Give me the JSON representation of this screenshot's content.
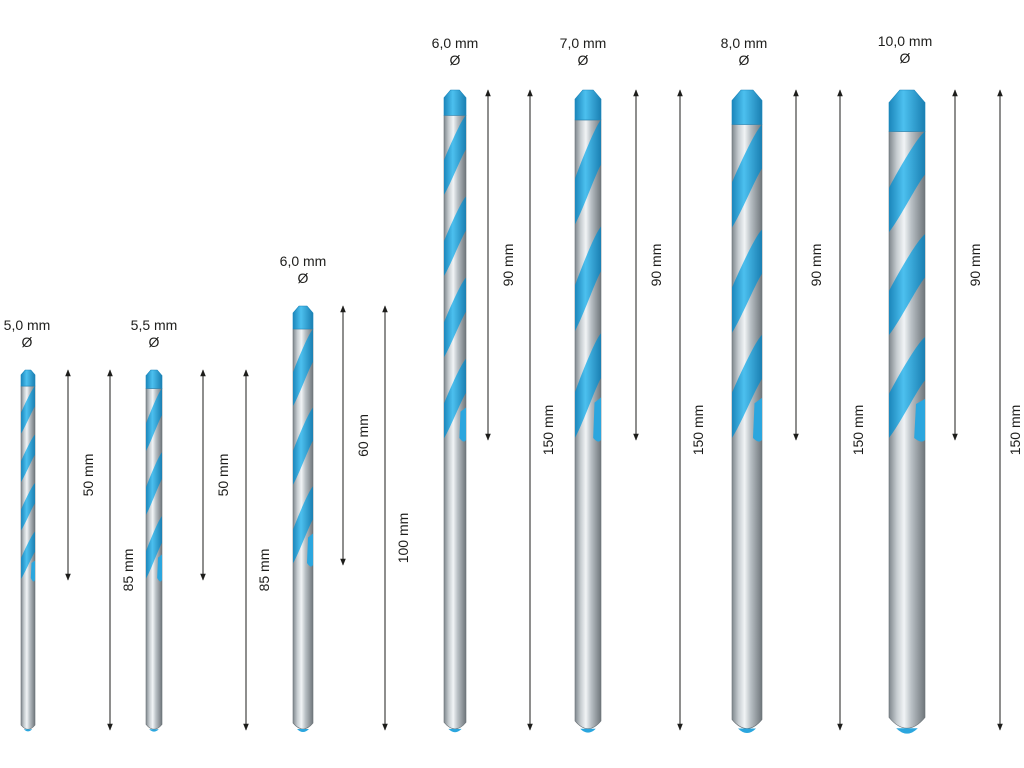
{
  "drill_bits": [
    {
      "diameter_label": "5,0 mm",
      "diameter_symbol": "Ø",
      "flute_length_label": "50 mm",
      "total_length_label": "85 mm"
    },
    {
      "diameter_label": "5,5 mm",
      "diameter_symbol": "Ø",
      "flute_length_label": "50 mm",
      "total_length_label": "85 mm"
    },
    {
      "diameter_label": "6,0 mm",
      "diameter_symbol": "Ø",
      "flute_length_label": "60 mm",
      "total_length_label": "100 mm"
    },
    {
      "diameter_label": "6,0 mm",
      "diameter_symbol": "Ø",
      "flute_length_label": "90 mm",
      "total_length_label": "150 mm"
    },
    {
      "diameter_label": "7,0 mm",
      "diameter_symbol": "Ø",
      "flute_length_label": "90 mm",
      "total_length_label": "150 mm"
    },
    {
      "diameter_label": "8,0 mm",
      "diameter_symbol": "Ø",
      "flute_length_label": "90 mm",
      "total_length_label": "150 mm"
    },
    {
      "diameter_label": "10,0 mm",
      "diameter_symbol": "Ø",
      "flute_length_label": "90 mm",
      "total_length_label": "150 mm"
    }
  ],
  "colors": {
    "flute_blue": "#2ba6de",
    "flute_blue_dark": "#1b86bb",
    "shank_steel": "#a9b0b5",
    "shank_light": "#e9edf0",
    "dimension_line": "#1d1d1b"
  }
}
